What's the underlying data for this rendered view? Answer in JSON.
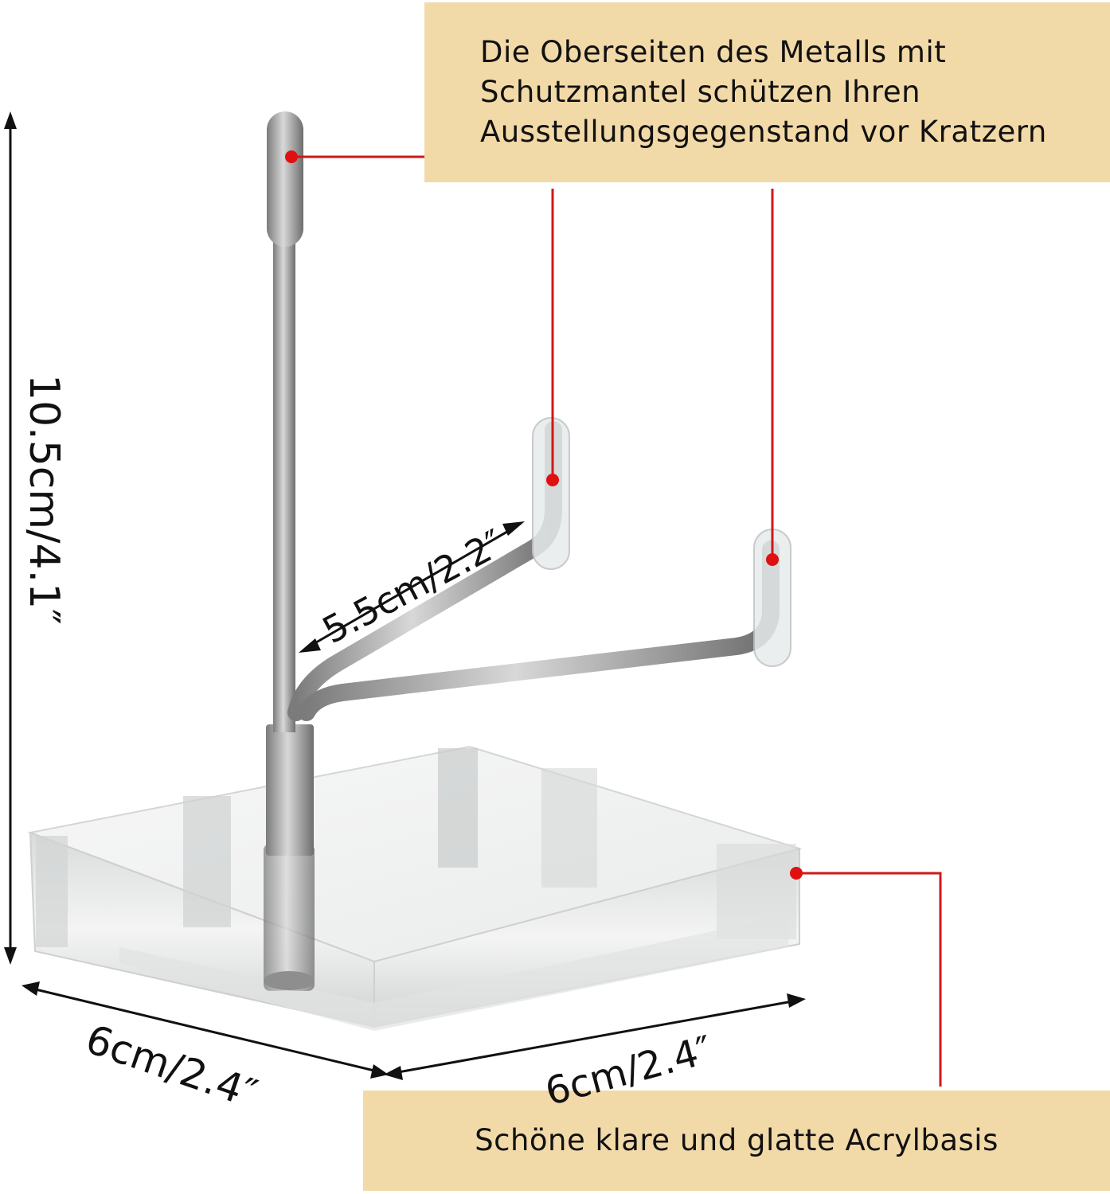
{
  "callouts": {
    "top": "Die Oberseiten des Metalls mit Schutzmantel schützen Ihren Ausstellungsgegenstand vor Kratzern",
    "bottom": "Schöne klare und glatte Acrylbasis"
  },
  "dimensions": {
    "height": "10.5cm/4.1″",
    "arm": "5.5cm/2.2″",
    "base_left": "6cm/2.4″",
    "base_right": "6cm/2.4″"
  },
  "colors": {
    "callout_bg": "#f2d9a8",
    "pointer": "#d01818",
    "metal": "#9a9a9a",
    "acrylic_edge": "#c9cccc"
  }
}
